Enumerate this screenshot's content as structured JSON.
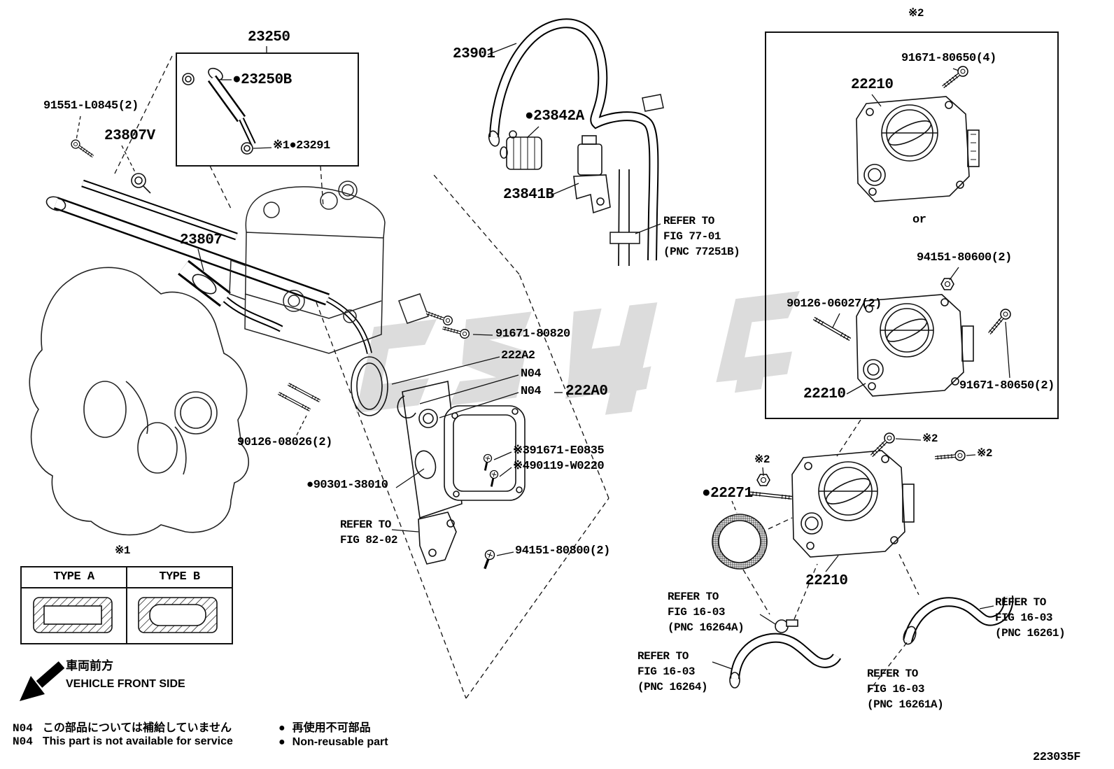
{
  "meta": {
    "diagram_code": "223035F"
  },
  "symbols": {
    "star1": "※1",
    "star2": "※2"
  },
  "callouts": {
    "c23250": "23250",
    "c23250B": "●23250B",
    "c23291": "※1●23291",
    "c91551": "91551-L0845(2)",
    "c23807V": "23807V",
    "c23807": "23807",
    "c23901": "23901",
    "c23842A": "●23842A",
    "c23841B": "23841B",
    "c91671_80650_4": "91671-80650(4)",
    "c22210_top": "22210",
    "or_text": "or",
    "c94151_80600": "94151-80600(2)",
    "c90126_06027": "90126-06027(2)",
    "c22210_bottom": "22210",
    "c91671_80650_2": "91671-80650(2)",
    "c91671_80820": "91671-80820",
    "c222A2": "222A2",
    "cN04": "N04",
    "c222A0": "222A0",
    "c90126_08026": "90126-08026(2)",
    "c91671_E0835": "※391671-E0835",
    "c90119_W0220": "※490119-W0220",
    "c90301_38010": "●90301-38010",
    "c94151_80800": "94151-80800(2)",
    "c22271": "●22271",
    "c22210_main": "22210"
  },
  "references": [
    {
      "line1": "REFER TO",
      "line2": "FIG 77-01",
      "line3": "(PNC 77251B)"
    },
    {
      "line1": "REFER TO",
      "line2": "FIG 82-02"
    },
    {
      "line1": "REFER TO",
      "line2": "FIG 16-03",
      "line3": "(PNC 16264A)"
    },
    {
      "line1": "REFER TO",
      "line2": "FIG 16-03",
      "line3": "(PNC 16264)"
    },
    {
      "line1": "REFER TO",
      "line2": "FIG 16-03",
      "line3": "(PNC 16261)"
    },
    {
      "line1": "REFER TO",
      "line2": "FIG 16-03",
      "line3": "(PNC 16261A)"
    }
  ],
  "legend_table": {
    "type_a": "TYPE A",
    "type_b": "TYPE B"
  },
  "direction": {
    "jp": "車両前方",
    "en": "VEHICLE FRONT SIDE"
  },
  "notes": [
    {
      "code": "N04",
      "text": "この部品については補給していません"
    },
    {
      "code": "N04",
      "text": "This part is not available for service"
    }
  ],
  "reuse_legend": {
    "mark": "●",
    "jp": "再使用不可部品",
    "en": "Non-reusable part"
  }
}
